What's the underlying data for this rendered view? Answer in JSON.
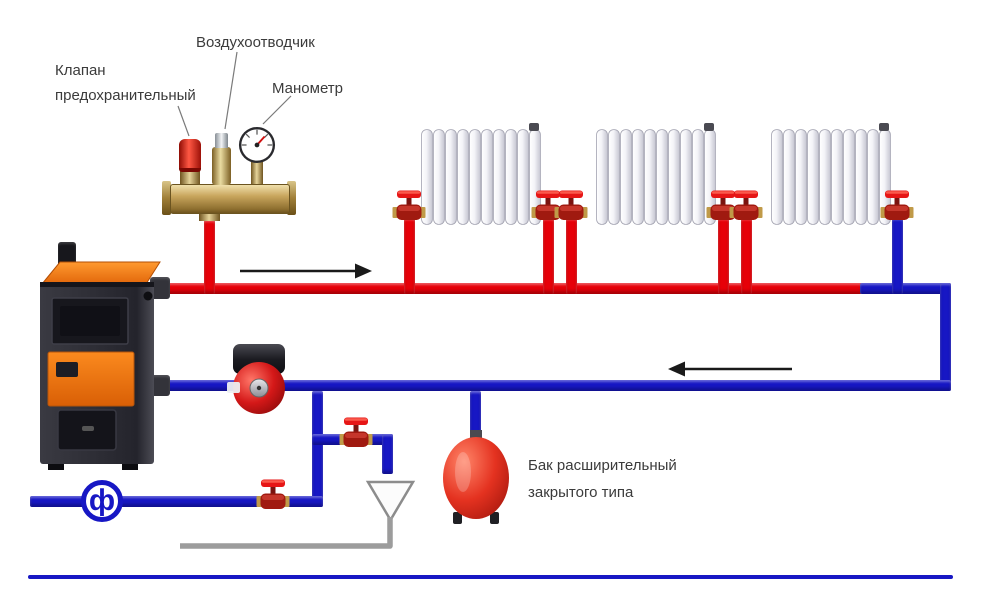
{
  "labels": {
    "air_vent": "Воздухоотводчик",
    "safety_valve": [
      "Клапан",
      "предохранительный"
    ],
    "manometer": "Манометр",
    "expansion_tank": [
      "Бак расширительный",
      "закрытого типа"
    ],
    "filter_symbol": "ф"
  },
  "colors": {
    "supply": "#e60009",
    "return": "#1717c4",
    "text": "#3b3b3b",
    "arrow": "#1a1a1a",
    "drain": "#9c9c9c",
    "brass": "#c8a55c",
    "boiler_orange": "#f07b12",
    "tank_red": "#e43220",
    "pump_red": "#d41818"
  },
  "flow": {
    "supply_direction": "right",
    "return_direction": "left"
  }
}
